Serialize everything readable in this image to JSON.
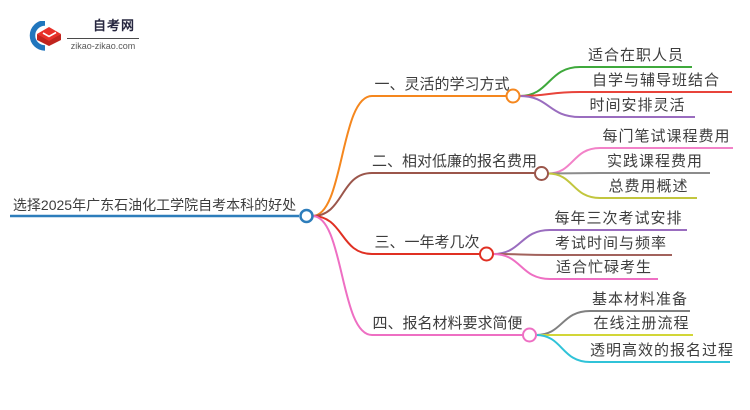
{
  "site": {
    "name": "自考网",
    "domain": "zikao-zikao.com",
    "logo_colors": {
      "blue": "#2176bd",
      "cap_top": "#e8312a",
      "cap_front": "#c0241e"
    }
  },
  "mindmap": {
    "root": {
      "label": "选择2025年广东石油化工学院自考本科的好处",
      "color": "#2d7dbb"
    },
    "branches": [
      {
        "label": "一、灵活的学习方式",
        "color": "#f5871e",
        "children": [
          {
            "label": "适合在职人员",
            "color": "#3fa93c"
          },
          {
            "label": "自学与辅导班结合",
            "color": "#e8443b"
          },
          {
            "label": "时间安排灵活",
            "color": "#9a6dbf"
          }
        ]
      },
      {
        "label": "二、相对低廉的报名费用",
        "color": "#9b564b",
        "children": [
          {
            "label": "每门笔试课程费用",
            "color": "#f282c8"
          },
          {
            "label": "实践课程费用",
            "color": "#8c8c8c"
          },
          {
            "label": "总费用概述",
            "color": "#c2c63e"
          }
        ]
      },
      {
        "label": "三、一年考几次",
        "color": "#e03023",
        "children": [
          {
            "label": "每年三次考试安排",
            "color": "#9a6dbf"
          },
          {
            "label": "考试时间与频率",
            "color": "#a2625c"
          },
          {
            "label": "适合忙碌考生",
            "color": "#ee6fc3"
          }
        ]
      },
      {
        "label": "四、报名材料要求简便",
        "color": "#ee6fc3",
        "children": [
          {
            "label": "基本材料准备",
            "color": "#808080"
          },
          {
            "label": "在线注册流程",
            "color": "#d2d638"
          },
          {
            "label": "透明高效的报名过程",
            "color": "#30c3d8"
          }
        ]
      }
    ]
  }
}
